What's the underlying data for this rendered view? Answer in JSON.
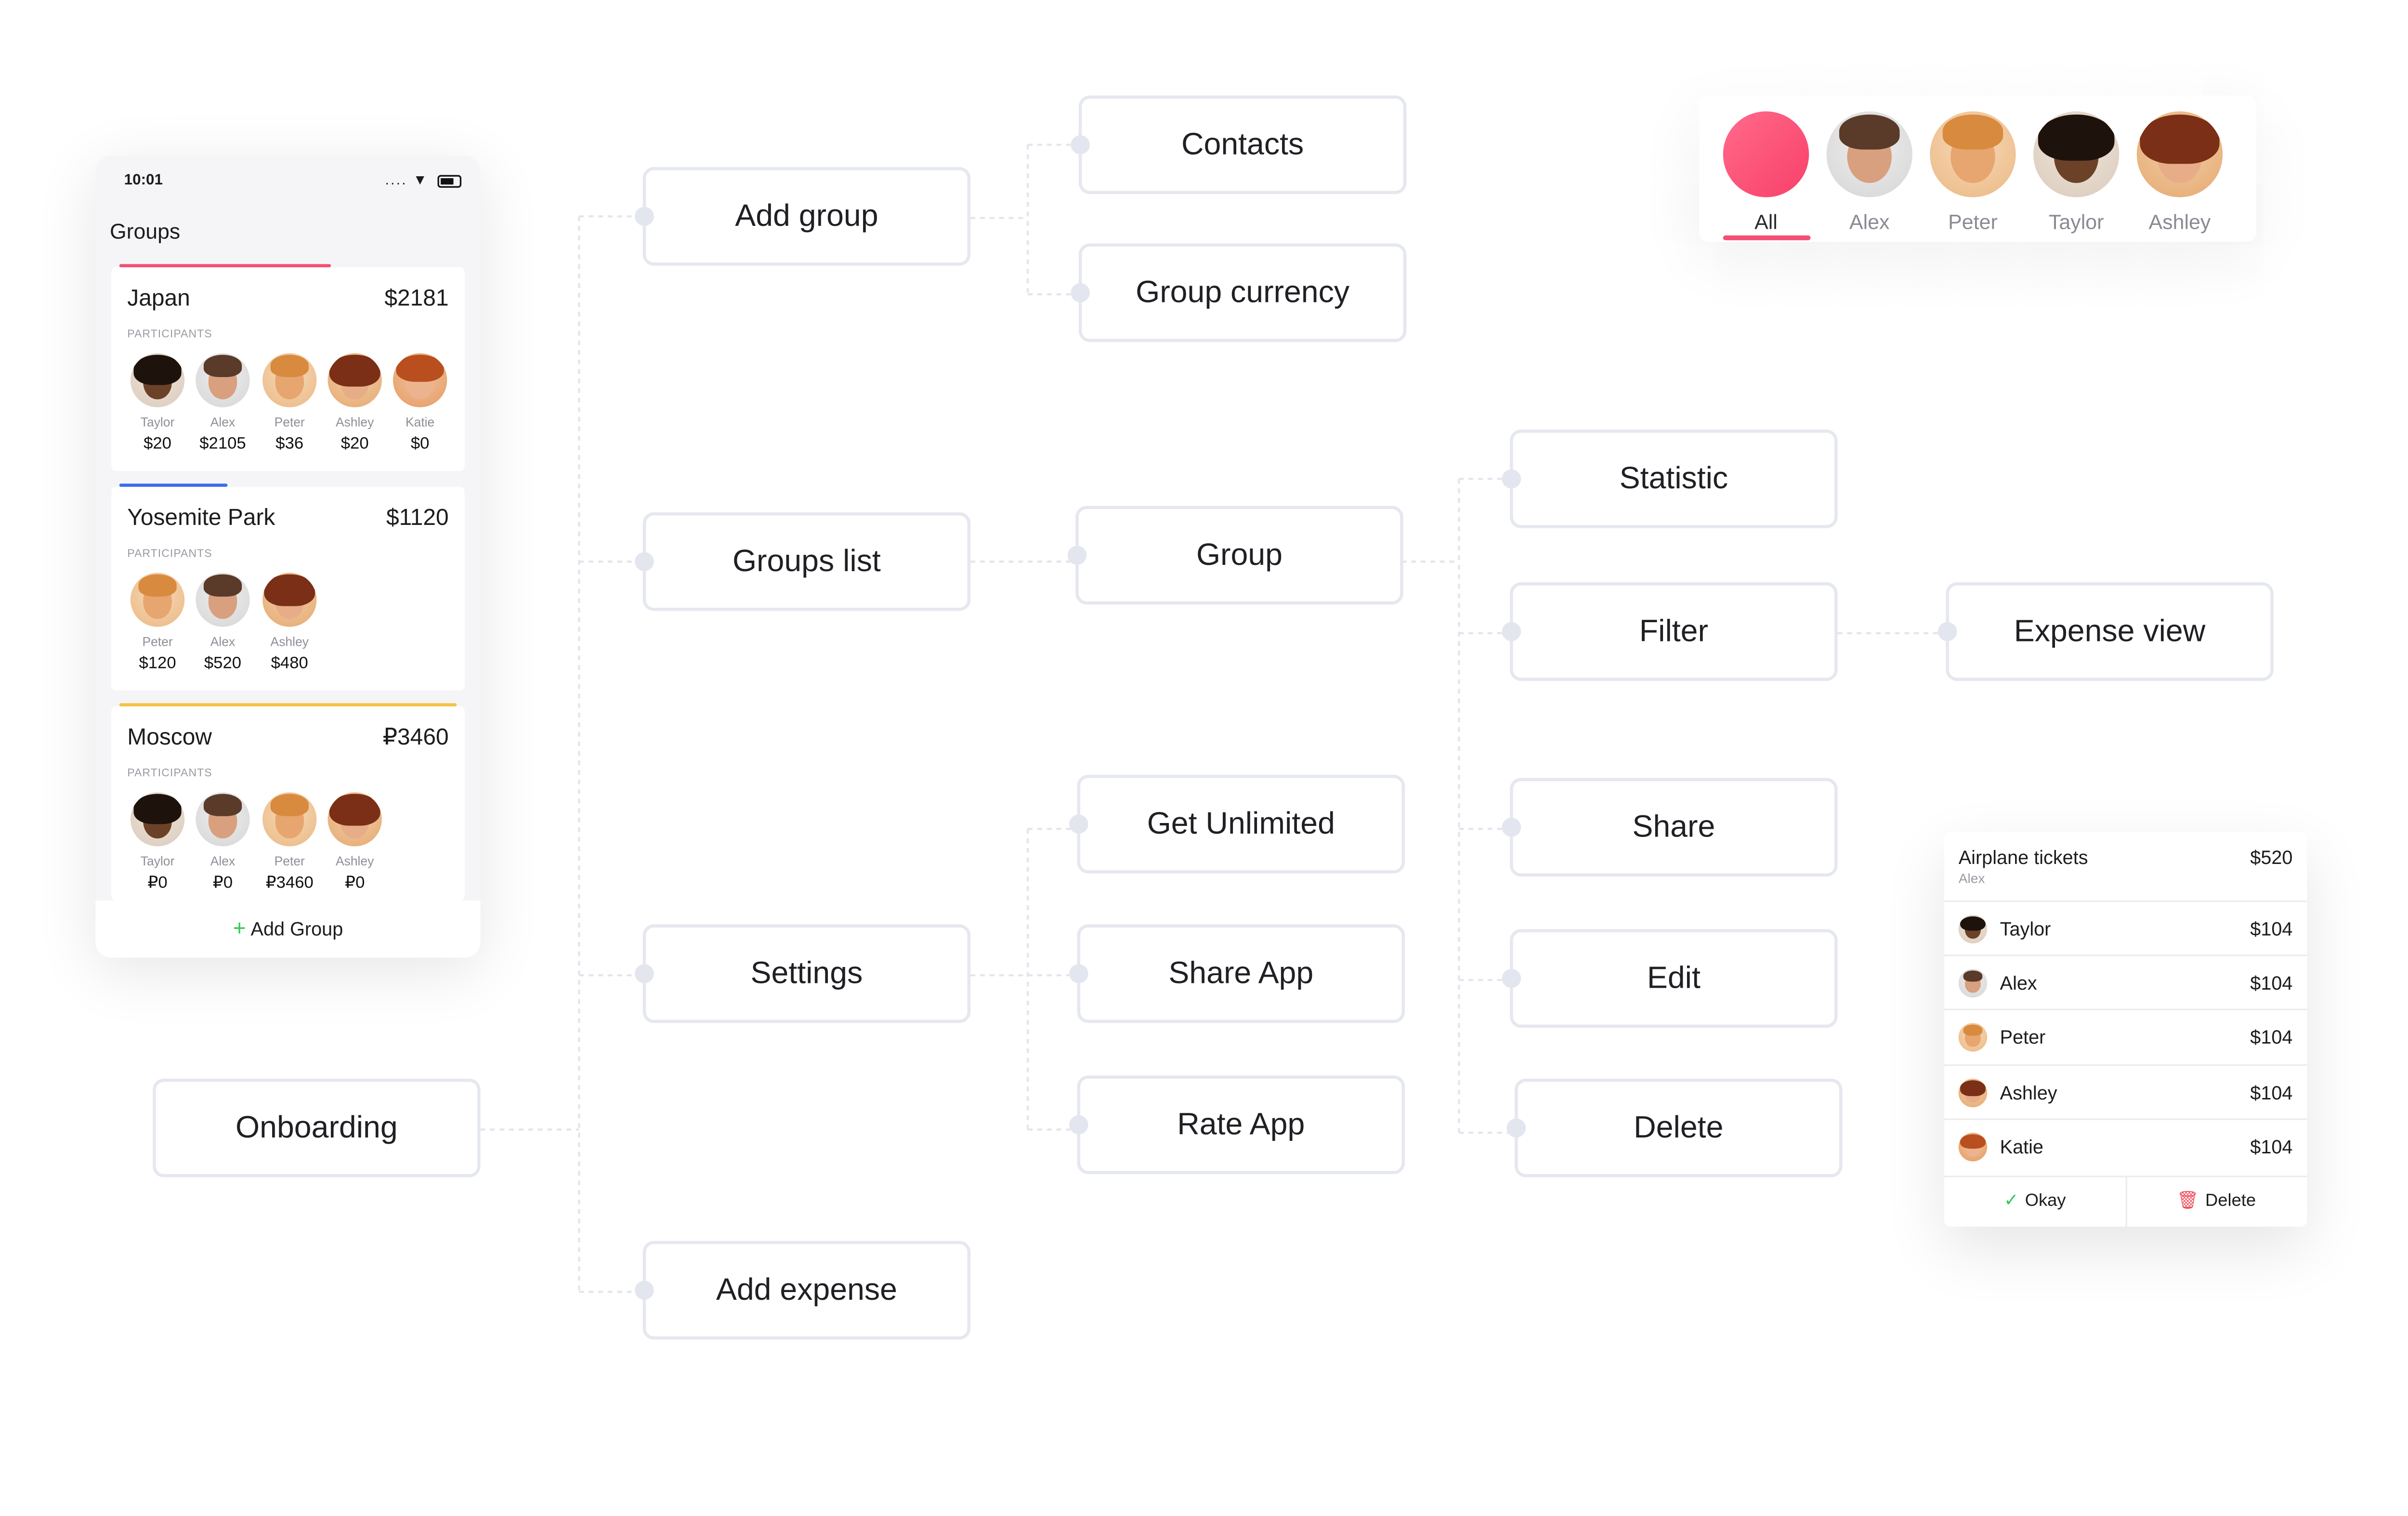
{
  "flowchart": {
    "nodes": {
      "onboarding": "Onboarding",
      "add_group": "Add group",
      "groups_list": "Groups list",
      "settings": "Settings",
      "add_expense": "Add expense",
      "contacts": "Contacts",
      "group_currency": "Group currency",
      "group": "Group",
      "get_unlimited": "Get Unlimited",
      "share_app": "Share App",
      "rate_app": "Rate App",
      "statistic": "Statistic",
      "filter": "Filter",
      "share": "Share",
      "edit": "Edit",
      "delete": "Delete",
      "expense_view": "Expense view"
    }
  },
  "phone": {
    "time": "10:01",
    "status": "....",
    "title": "Groups",
    "groups": [
      {
        "name": "Japan",
        "total": "$2181",
        "accent": "#f44f74",
        "participants_label": "PARTICIPANTS",
        "participants": [
          {
            "name": "Taylor",
            "amount": "$20"
          },
          {
            "name": "Alex",
            "amount": "$2105"
          },
          {
            "name": "Peter",
            "amount": "$36"
          },
          {
            "name": "Ashley",
            "amount": "$20"
          },
          {
            "name": "Katie",
            "amount": "$0"
          }
        ]
      },
      {
        "name": "Yosemite Park",
        "total": "$1120",
        "accent": "#3b6cf0",
        "participants_label": "PARTICIPANTS",
        "participants": [
          {
            "name": "Peter",
            "amount": "$120"
          },
          {
            "name": "Alex",
            "amount": "$520"
          },
          {
            "name": "Ashley",
            "amount": "$480"
          }
        ]
      },
      {
        "name": "Moscow",
        "total": "₽3460",
        "accent": "#f5c243",
        "participants_label": "PARTICIPANTS",
        "participants": [
          {
            "name": "Taylor",
            "amount": "₽0"
          },
          {
            "name": "Alex",
            "amount": "₽0"
          },
          {
            "name": "Peter",
            "amount": "₽3460"
          },
          {
            "name": "Ashley",
            "amount": "₽0"
          }
        ]
      }
    ],
    "add_group_label": "Add Group"
  },
  "filter_bar": {
    "items": [
      "All",
      "Alex",
      "Peter",
      "Taylor",
      "Ashley"
    ],
    "selected": "All",
    "accent": "#f44f74"
  },
  "expense": {
    "title": "Airplane tickets",
    "amount": "$520",
    "payer": "Alex",
    "rows": [
      {
        "name": "Taylor",
        "amount": "$104"
      },
      {
        "name": "Alex",
        "amount": "$104"
      },
      {
        "name": "Peter",
        "amount": "$104"
      },
      {
        "name": "Ashley",
        "amount": "$104"
      },
      {
        "name": "Katie",
        "amount": "$104"
      }
    ],
    "okay_label": "Okay",
    "delete_label": "Delete"
  }
}
